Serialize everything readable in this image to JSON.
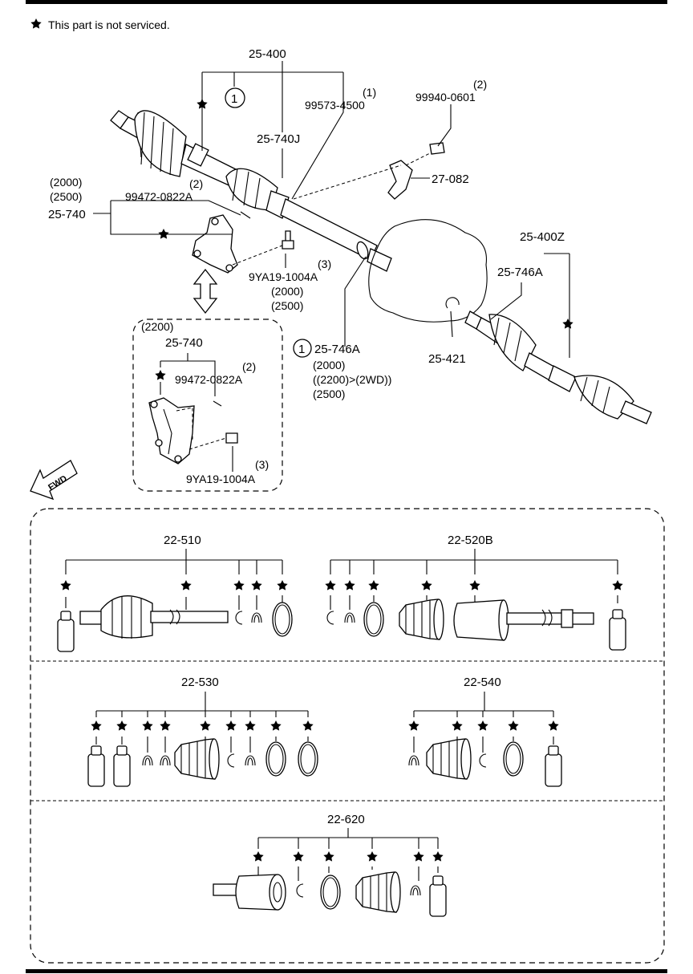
{
  "legend": {
    "note": "This part is not serviced."
  },
  "main_assembly": {
    "shaft_number": "25-400",
    "ref_marker": "1",
    "bolt_qty": "(1)",
    "bolt_number": "99573-4500",
    "cv_joint_number": "25-740J",
    "washer_qty": "(2)",
    "washer_number": "99940-0601",
    "clip_number": "27-082",
    "bracket_grade_1": "(2000)",
    "bracket_grade_2": "(2500)",
    "bracket_number": "25-740",
    "stud_qty": "(2)",
    "stud_number": "99472-0822A",
    "bolt2_qty": "(3)",
    "bolt2_number": "9YA19-1004A",
    "bolt2_grade_1": "(2000)",
    "bolt2_grade_2": "(2500)",
    "seal_marker": "1",
    "seal_number": "25-746A",
    "seal_grade_1": "(2000)",
    "seal_grade_2": "((2200)>(2WD))",
    "seal_grade_3": "(2500)",
    "right_shaft_number": "25-400Z",
    "right_seal_number": "25-746A",
    "snap_ring_number": "25-421"
  },
  "variant_2200": {
    "grade": "(2200)",
    "bracket_number": "25-740",
    "stud_qty": "(2)",
    "stud_number": "99472-0822A",
    "bolt_qty": "(3)",
    "bolt_number": "9YA19-1004A"
  },
  "fwd_label": "FWD",
  "kits": {
    "k510": "22-510",
    "k520": "22-520B",
    "k530": "22-530",
    "k540": "22-540",
    "k620": "22-620"
  }
}
